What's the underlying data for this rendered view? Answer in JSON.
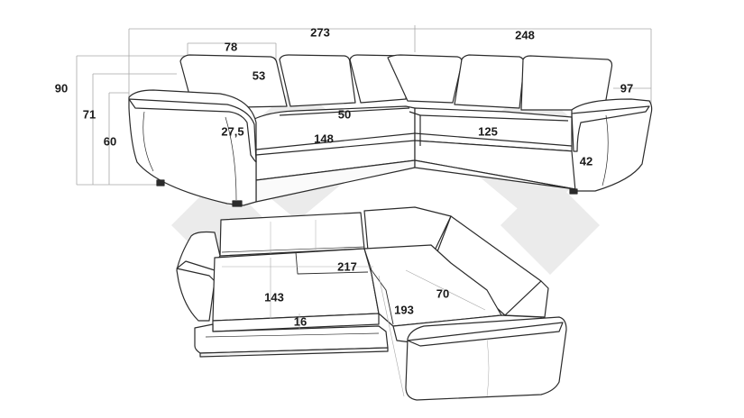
{
  "colors": {
    "outline": "#2b2b2b",
    "dimension_line": "#a8a8a8",
    "watermark": "#e9e9e9",
    "label": "#1a1a1a",
    "background": "#ffffff"
  },
  "diagram": {
    "dimensions_cm": {
      "total_width": "273",
      "corner_width": "248",
      "armrest_width": "78",
      "back_cushion_height": "53",
      "seat_depth": "50",
      "armrest_top": "27,5",
      "sofa_seat_width": "148",
      "chaise_seat_width": "125",
      "total_height": "90",
      "backrest_height": "71",
      "armrest_height": "60",
      "side_depth": "97",
      "seat_height": "42"
    },
    "bed_dimensions_cm": {
      "sleeping_length": "217",
      "sleeping_width": "143",
      "pullout_height": "16",
      "corner_length": "193",
      "corner_depth": "70"
    }
  }
}
